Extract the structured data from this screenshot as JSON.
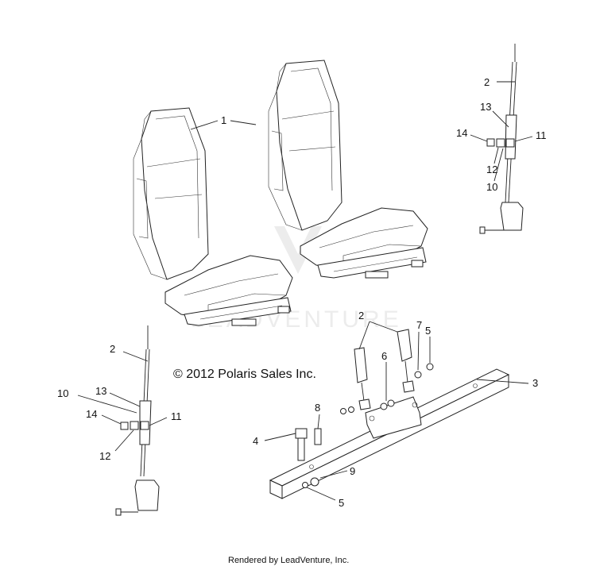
{
  "copyright": "© 2012 Polaris Sales Inc.",
  "footer": "Rendered by LeadVenture, Inc.",
  "watermark": "LEADVENTURE",
  "callouts": [
    "1",
    "2",
    "13",
    "14",
    "11",
    "12",
    "10",
    "2",
    "7",
    "5",
    "6",
    "3",
    "2",
    "10",
    "13",
    "14",
    "11",
    "12",
    "8",
    "4",
    "9",
    "5"
  ]
}
